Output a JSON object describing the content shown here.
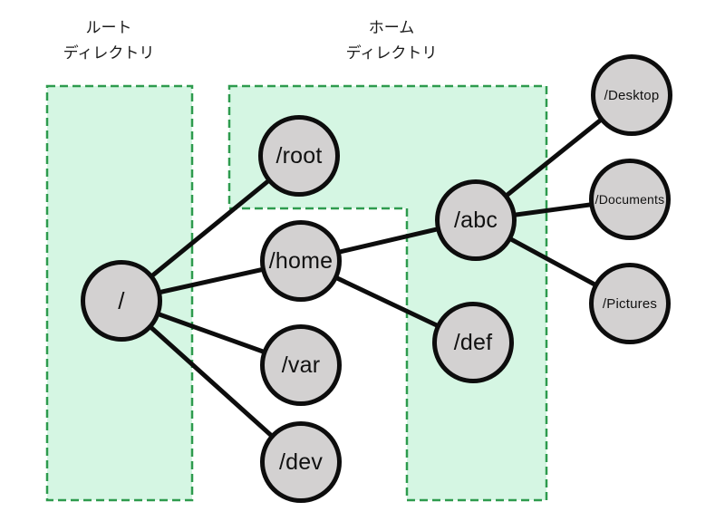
{
  "diagram": {
    "type": "filesystem-tree",
    "captions": {
      "root_region": {
        "line1": "ルート",
        "line2": "ディレクトリ"
      },
      "home_region": {
        "line1": "ホーム",
        "line2": "ディレクトリ"
      }
    },
    "nodes": {
      "slash": {
        "label": "/"
      },
      "root": {
        "label": "/root"
      },
      "home": {
        "label": "/home"
      },
      "var": {
        "label": "/var"
      },
      "dev": {
        "label": "/dev"
      },
      "abc": {
        "label": "/abc"
      },
      "def": {
        "label": "/def"
      },
      "desktop": {
        "label": "/Desktop"
      },
      "documents": {
        "label": "/Documents"
      },
      "pictures": {
        "label": "/Pictures"
      }
    },
    "edges": [
      {
        "from": "/",
        "to": "/root"
      },
      {
        "from": "/",
        "to": "/home"
      },
      {
        "from": "/",
        "to": "/var"
      },
      {
        "from": "/",
        "to": "/dev"
      },
      {
        "from": "/home",
        "to": "/abc"
      },
      {
        "from": "/home",
        "to": "/def"
      },
      {
        "from": "/abc",
        "to": "/Desktop"
      },
      {
        "from": "/abc",
        "to": "/Documents"
      },
      {
        "from": "/abc",
        "to": "/Pictures"
      }
    ],
    "colors": {
      "region_fill": "#d5f6e3",
      "region_border": "#2e9b4e",
      "node_fill": "#d3d1d1",
      "node_border": "#0d0d0d",
      "edge": "#0d0d0d",
      "text": "#1a1a1a"
    }
  }
}
